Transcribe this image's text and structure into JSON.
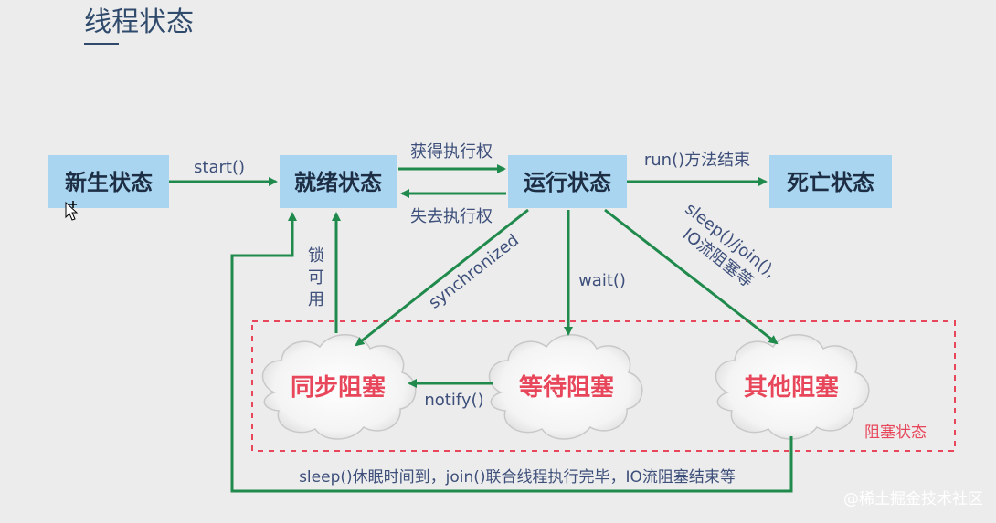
{
  "title": "线程状态",
  "states": {
    "new": "新生状态",
    "ready": "就绪状态",
    "running": "运行状态",
    "dead": "死亡状态"
  },
  "blocked": {
    "sync": "同步阻塞",
    "wait": "等待阻塞",
    "other": "其他阻塞",
    "region_label": "阻塞状态"
  },
  "edges": {
    "start": "start()",
    "obtain_exec": "获得执行权",
    "lose_exec": "失去执行权",
    "run_end": "run()方法结束",
    "synchronized": "synchronized",
    "wait": "wait()",
    "sleep_join_line1": "sleep()/join(),",
    "sleep_join_line2": "IO流阻塞等",
    "lock_available": "锁可用",
    "lock_c1": "锁",
    "lock_c2": "可",
    "lock_c3": "用",
    "notify": "notify()",
    "return_all": "sleep()休眠时间到，join()联合线程执行完毕，IO流阻塞结束等"
  },
  "watermark": "@稀土掘金技术社区",
  "colors": {
    "arrow": "#1f8a4c",
    "state_box": "#a9d5f0",
    "blocked_border": "#e8465a",
    "cloud_text": "#e8465a"
  }
}
